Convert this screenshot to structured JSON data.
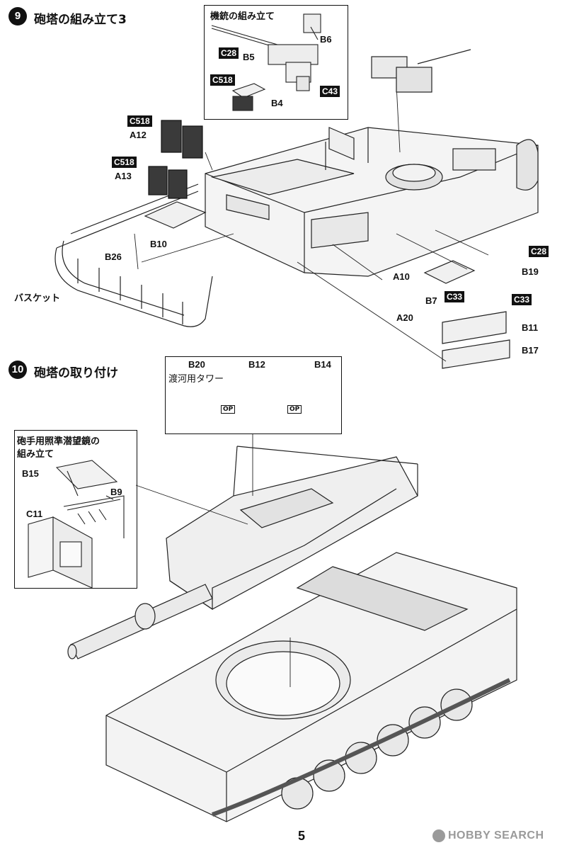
{
  "step9": {
    "number": "9",
    "title": "砲塔の組み立て3"
  },
  "mg_inset": {
    "title": "機銃の組み立て",
    "tags": [
      "C28",
      "C518",
      "C43"
    ],
    "labels": [
      "B6",
      "B5",
      "B4"
    ]
  },
  "step9_tags": [
    "C518",
    "C518",
    "C28",
    "C33",
    "C33"
  ],
  "step9_labels": [
    "A12",
    "A13",
    "B26",
    "B10",
    "A10",
    "A20",
    "B7",
    "B19",
    "B11",
    "B17"
  ],
  "basket_label": "バスケット",
  "step10": {
    "number": "10",
    "title": "砲塔の取り付け"
  },
  "options_box": {
    "items": [
      {
        "code": "B20",
        "name": "渡河用タワー"
      },
      {
        "code": "B12",
        "name": ""
      },
      {
        "code": "B14",
        "name": ""
      }
    ],
    "op_label": "OP"
  },
  "periscope_inset": {
    "title_line1": "砲手用照準潜望鏡の",
    "title_line2": "組み立て",
    "labels": [
      "B15",
      "B9",
      "C11"
    ]
  },
  "page_number": "5",
  "watermark": "HOBBY SEARCH"
}
